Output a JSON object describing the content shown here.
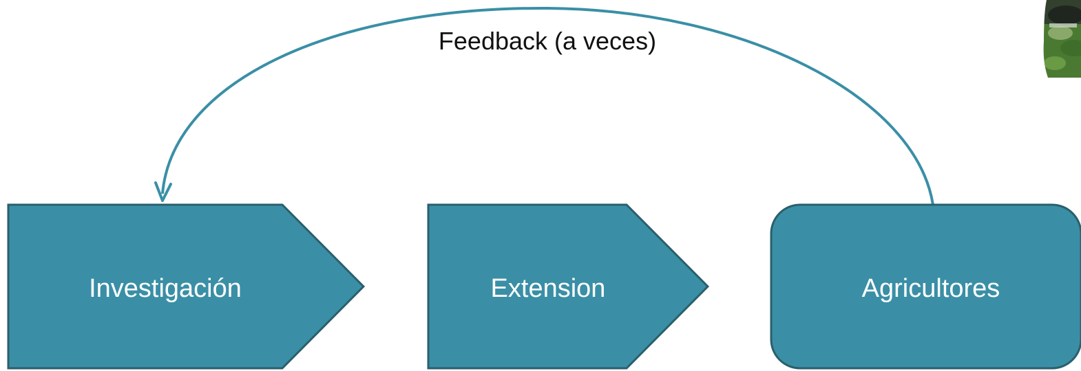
{
  "diagram": {
    "feedback_label": "Feedback (a veces)",
    "nodes": [
      {
        "label": "Investigación",
        "shape": "pentagon-arrow"
      },
      {
        "label": "Extension",
        "shape": "pentagon-arrow"
      },
      {
        "label": "Agricultores",
        "shape": "rounded-rectangle"
      }
    ],
    "feedback_edge": {
      "from": "Agricultores",
      "to": "Investigación"
    }
  },
  "colors": {
    "node_fill": "#3A8FA6",
    "node_stroke": "#2A5F6C",
    "edge": "#3A8FA6",
    "label_text": "#111111",
    "node_text": "#FFFFFF",
    "photo_dark": "#2E3A2A",
    "photo_green": "#5E8E3C"
  },
  "icons": {
    "corner_photo": "cropped-photo-thumbnail"
  }
}
